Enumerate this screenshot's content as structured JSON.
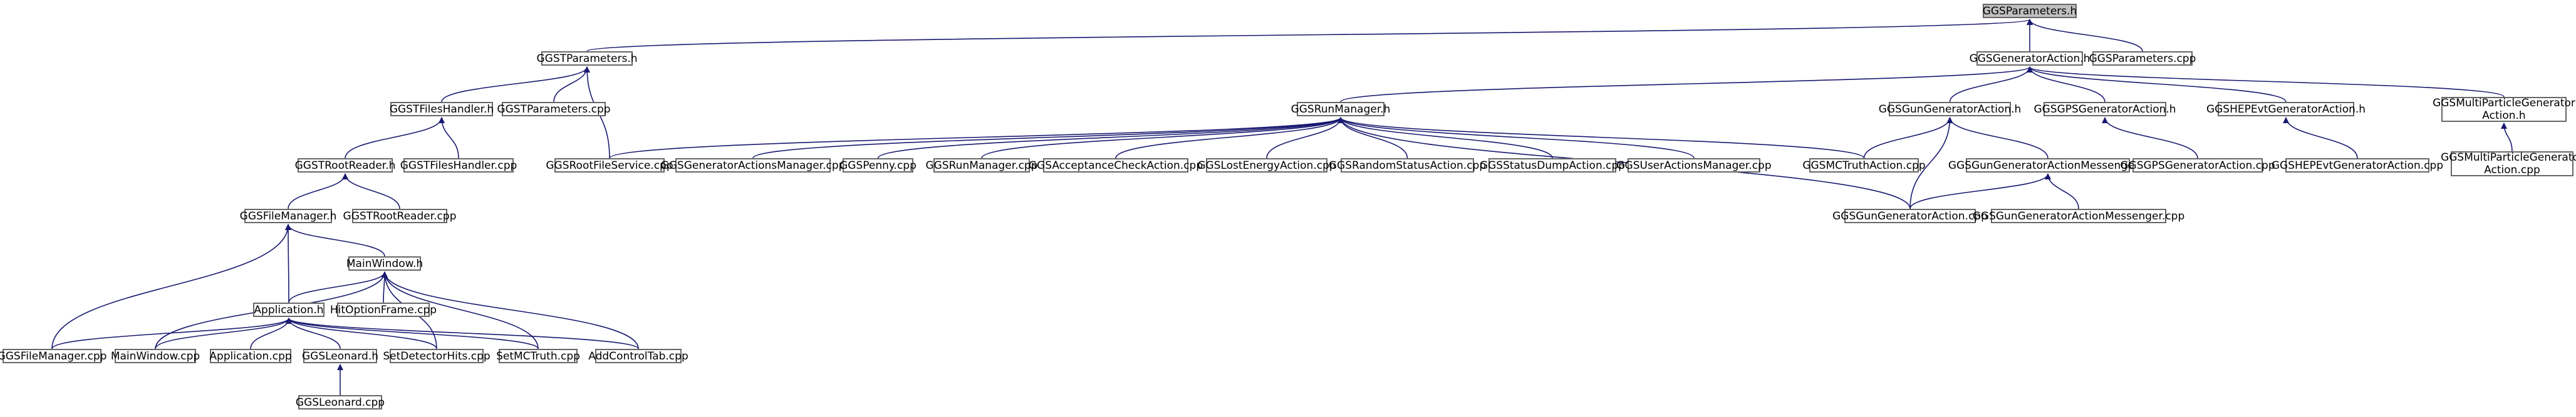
{
  "diagram": {
    "nodes": [
      {
        "id": "ggsparameters_h",
        "label": "GGSParameters.h",
        "root": true
      },
      {
        "id": "ggstparameters_h",
        "label": "GGSTParameters.h"
      },
      {
        "id": "ggsgeneratoraction_h",
        "label": "GGSGeneratorAction.h"
      },
      {
        "id": "ggsparameters_cpp",
        "label": "GGSParameters.cpp"
      },
      {
        "id": "ggstfileshandler_h",
        "label": "GGSTFilesHandler.h"
      },
      {
        "id": "ggstparameters_cpp",
        "label": "GGSTParameters.cpp"
      },
      {
        "id": "ggsrunmanager_h",
        "label": "GGSRunManager.h"
      },
      {
        "id": "ggsgungeneratoraction_h",
        "label": "GGSGunGeneratorAction.h"
      },
      {
        "id": "ggsgpsgeneratoraction_h",
        "label": "GGSGPSGeneratorAction.h"
      },
      {
        "id": "ggshepevtgeneratoraction_h",
        "label": "GGSHEPEvtGeneratorAction.h"
      },
      {
        "id": "ggsmultiparticlegeneratoraction_h",
        "label": "GGSMultiParticleGenerator",
        "label2": "Action.h"
      },
      {
        "id": "ggstrootreader_h",
        "label": "GGSTRootReader.h"
      },
      {
        "id": "ggstfileshandler_cpp",
        "label": "GGSTFilesHandler.cpp"
      },
      {
        "id": "ggsrootfileservice_cpp",
        "label": "GGSRootFileService.cpp"
      },
      {
        "id": "ggsgeneratoractionsmanager_cpp",
        "label": "GGSGeneratorActionsManager.cpp"
      },
      {
        "id": "ggspenny_cpp",
        "label": "GGSPenny.cpp"
      },
      {
        "id": "ggsrunmanager_cpp",
        "label": "GGSRunManager.cpp"
      },
      {
        "id": "ggsacceptancecheckaction_cpp",
        "label": "GGSAcceptanceCheckAction.cpp"
      },
      {
        "id": "ggslostenergyaction_cpp",
        "label": "GGSLostEnergyAction.cpp"
      },
      {
        "id": "ggsrandomstatusaction_cpp",
        "label": "GGSRandomStatusAction.cpp"
      },
      {
        "id": "ggsstatusdumpaction_cpp",
        "label": "GGSStatusDumpAction.cpp"
      },
      {
        "id": "ggsuseractionsmanager_cpp",
        "label": "GGSUserActionsManager.cpp"
      },
      {
        "id": "ggsmctruthaction_cpp",
        "label": "GGSMCTruthAction.cpp"
      },
      {
        "id": "ggsgungeneratoractionmessenger_h",
        "label": "GGSGunGeneratorActionMessenger.h"
      },
      {
        "id": "ggsgpsgeneratoraction_cpp",
        "label": "GGSGPSGeneratorAction.cpp"
      },
      {
        "id": "ggshepevtgeneratoraction_cpp",
        "label": "GGSHEPEvtGeneratorAction.cpp"
      },
      {
        "id": "ggsmultiparticlegeneratoraction_cpp",
        "label": "GGSMultiParticleGenerator",
        "label2": "Action.cpp"
      },
      {
        "id": "ggsfilemanager_h",
        "label": "GGSFileManager.h"
      },
      {
        "id": "ggstrootreader_cpp",
        "label": "GGSTRootReader.cpp"
      },
      {
        "id": "ggsgungeneratoraction_cpp",
        "label": "GGSGunGeneratorAction.cpp"
      },
      {
        "id": "ggsgungeneratoractionmessenger_cpp",
        "label": "GGSGunGeneratorActionMessenger.cpp"
      },
      {
        "id": "mainwindow_h",
        "label": "MainWindow.h"
      },
      {
        "id": "hitoptionframe_cpp",
        "label": "HitOptionFrame.cpp"
      },
      {
        "id": "application_h",
        "label": "Application.h"
      },
      {
        "id": "ggsfilemanager_cpp",
        "label": "GGSFileManager.cpp"
      },
      {
        "id": "mainwindow_cpp",
        "label": "MainWindow.cpp"
      },
      {
        "id": "application_cpp",
        "label": "Application.cpp"
      },
      {
        "id": "ggsleonard_h",
        "label": "GGSLeonard.h"
      },
      {
        "id": "setdetectorhits_cpp",
        "label": "SetDetectorHits.cpp"
      },
      {
        "id": "setmctruth_cpp",
        "label": "SetMCTruth.cpp"
      },
      {
        "id": "addcontroltab_cpp",
        "label": "AddControlTab.cpp"
      },
      {
        "id": "ggsleonard_cpp",
        "label": "GGSLeonard.cpp"
      }
    ],
    "edges": [
      [
        "ggsparameters_h",
        "ggstparameters_h"
      ],
      [
        "ggsparameters_h",
        "ggsgeneratoraction_h"
      ],
      [
        "ggsparameters_h",
        "ggsparameters_cpp"
      ],
      [
        "ggstparameters_h",
        "ggstfileshandler_h"
      ],
      [
        "ggstparameters_h",
        "ggstparameters_cpp"
      ],
      [
        "ggstparameters_h",
        "ggsrootfileservice_cpp"
      ],
      [
        "ggsgeneratoraction_h",
        "ggsrunmanager_h"
      ],
      [
        "ggsgeneratoraction_h",
        "ggsgungeneratoraction_h"
      ],
      [
        "ggsgeneratoraction_h",
        "ggsgpsgeneratoraction_h"
      ],
      [
        "ggsgeneratoraction_h",
        "ggshepevtgeneratoraction_h"
      ],
      [
        "ggsgeneratoraction_h",
        "ggsmultiparticlegeneratoraction_h"
      ],
      [
        "ggstfileshandler_h",
        "ggstrootreader_h"
      ],
      [
        "ggstfileshandler_h",
        "ggstfileshandler_cpp"
      ],
      [
        "ggsrunmanager_h",
        "ggsrootfileservice_cpp"
      ],
      [
        "ggsrunmanager_h",
        "ggsgeneratoractionsmanager_cpp"
      ],
      [
        "ggsrunmanager_h",
        "ggspenny_cpp"
      ],
      [
        "ggsrunmanager_h",
        "ggsrunmanager_cpp"
      ],
      [
        "ggsrunmanager_h",
        "ggsacceptancecheckaction_cpp"
      ],
      [
        "ggsrunmanager_h",
        "ggslostenergyaction_cpp"
      ],
      [
        "ggsrunmanager_h",
        "ggsrandomstatusaction_cpp"
      ],
      [
        "ggsrunmanager_h",
        "ggsstatusdumpaction_cpp"
      ],
      [
        "ggsrunmanager_h",
        "ggsuseractionsmanager_cpp"
      ],
      [
        "ggsrunmanager_h",
        "ggsmctruthaction_cpp"
      ],
      [
        "ggsrunmanager_h",
        "ggsgungeneratoraction_cpp"
      ],
      [
        "ggsgungeneratoraction_h",
        "ggsmctruthaction_cpp"
      ],
      [
        "ggsgungeneratoraction_h",
        "ggsgungeneratoractionmessenger_h"
      ],
      [
        "ggsgungeneratoraction_h",
        "ggsgungeneratoraction_cpp"
      ],
      [
        "ggsgpsgeneratoraction_h",
        "ggsgpsgeneratoraction_cpp"
      ],
      [
        "ggshepevtgeneratoraction_h",
        "ggshepevtgeneratoraction_cpp"
      ],
      [
        "ggsmultiparticlegeneratoraction_h",
        "ggsmultiparticlegeneratoraction_cpp"
      ],
      [
        "ggsgungeneratoractionmessenger_h",
        "ggsgungeneratoraction_cpp"
      ],
      [
        "ggsgungeneratoractionmessenger_h",
        "ggsgungeneratoractionmessenger_cpp"
      ],
      [
        "ggstrootreader_h",
        "ggsfilemanager_h"
      ],
      [
        "ggstrootreader_h",
        "ggstrootreader_cpp"
      ],
      [
        "ggsfilemanager_h",
        "mainwindow_h"
      ],
      [
        "ggsfilemanager_h",
        "application_h"
      ],
      [
        "ggsfilemanager_h",
        "ggsfilemanager_cpp"
      ],
      [
        "mainwindow_h",
        "application_h"
      ],
      [
        "mainwindow_h",
        "hitoptionframe_cpp"
      ],
      [
        "mainwindow_h",
        "mainwindow_cpp"
      ],
      [
        "mainwindow_h",
        "setdetectorhits_cpp"
      ],
      [
        "mainwindow_h",
        "setmctruth_cpp"
      ],
      [
        "mainwindow_h",
        "addcontroltab_cpp"
      ],
      [
        "application_h",
        "ggsfilemanager_cpp"
      ],
      [
        "application_h",
        "mainwindow_cpp"
      ],
      [
        "application_h",
        "application_cpp"
      ],
      [
        "application_h",
        "ggsleonard_h"
      ],
      [
        "application_h",
        "setdetectorhits_cpp"
      ],
      [
        "application_h",
        "setmctruth_cpp"
      ],
      [
        "application_h",
        "addcontroltab_cpp"
      ],
      [
        "ggsleonard_h",
        "ggsleonard_cpp"
      ]
    ],
    "colors": {
      "edge": "#191970",
      "node_border": "#666666",
      "root_fill": "#bfbfbf",
      "node_fill": "#ffffff"
    }
  }
}
